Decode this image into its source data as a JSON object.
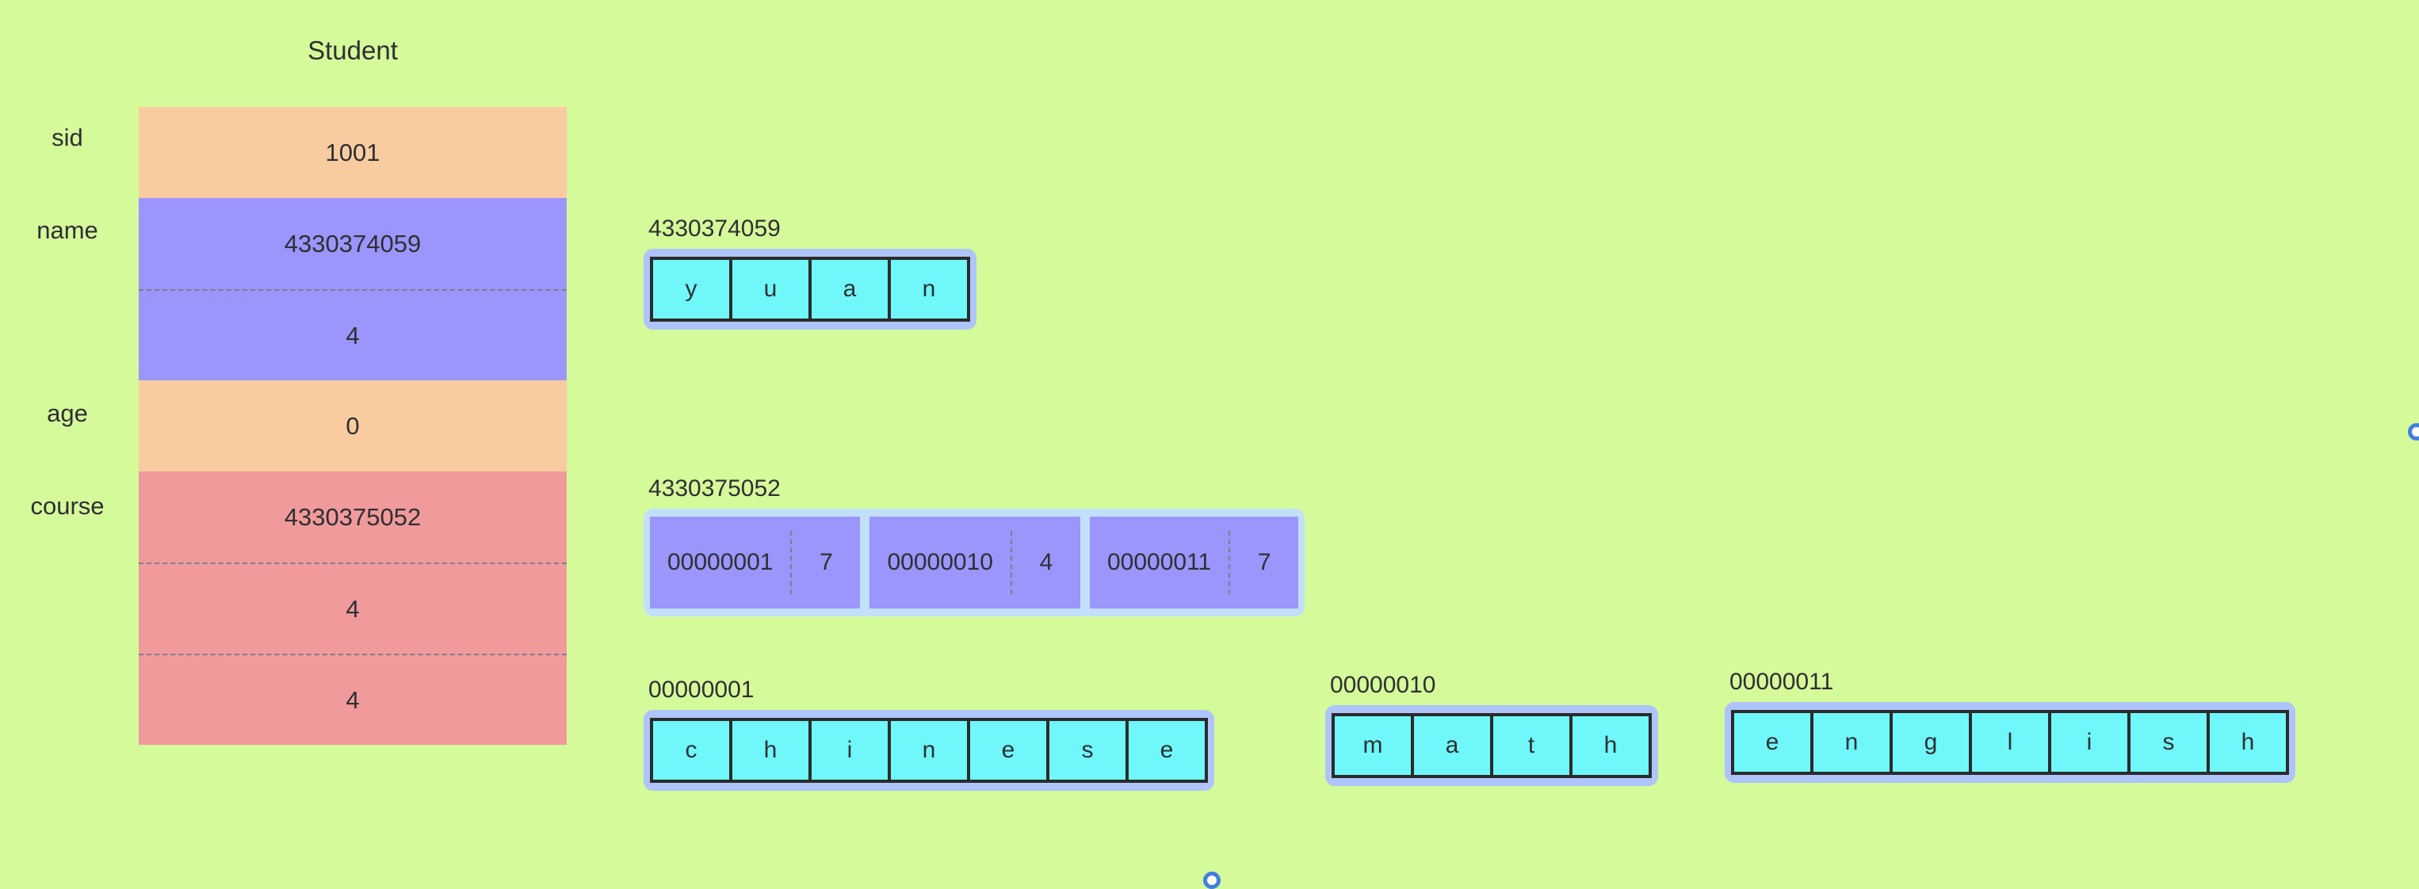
{
  "canvas": {
    "background_color": "#d4fa9a"
  },
  "struct_node": {
    "title": "Student",
    "fields": [
      {
        "label": "sid",
        "color": "#f8cca0",
        "cells": [
          {
            "text": "1001"
          }
        ]
      },
      {
        "label": "name",
        "color": "#9a96fb",
        "cells": [
          {
            "text": "4330374059"
          },
          {
            "text": "4"
          }
        ]
      },
      {
        "label": "age",
        "color": "#f8cca0",
        "cells": [
          {
            "text": "0"
          }
        ]
      },
      {
        "label": "course",
        "color": "#f09a9c",
        "cells": [
          {
            "text": "4330375052"
          },
          {
            "text": "4"
          },
          {
            "text": "4"
          }
        ]
      }
    ]
  },
  "name_node": {
    "label": "4330374059",
    "cells": [
      "y",
      "u",
      "a",
      "n"
    ],
    "cell_color": "#6ff7fa",
    "frame_color": "#aec4fa"
  },
  "course_node": {
    "label": "4330375052",
    "frame_color": "#c3e0fb",
    "cell_color": "#9a96fb",
    "entries": [
      {
        "key": "00000001",
        "value": "7"
      },
      {
        "key": "00000010",
        "value": "4"
      },
      {
        "key": "00000011",
        "value": "7"
      }
    ]
  },
  "string_nodes": [
    {
      "label": "00000001",
      "cells": [
        "c",
        "h",
        "i",
        "n",
        "e",
        "s",
        "e"
      ],
      "cell_color": "#6ff7fa",
      "frame_color": "#aec4fa"
    },
    {
      "label": "00000010",
      "cells": [
        "m",
        "a",
        "t",
        "h"
      ],
      "cell_color": "#6ff7fa",
      "frame_color": "#aec4fa"
    },
    {
      "label": "00000011",
      "cells": [
        "e",
        "n",
        "g",
        "l",
        "i",
        "s",
        "h"
      ],
      "cell_color": "#6ff7fa",
      "frame_color": "#aec4fa"
    }
  ],
  "handles": {
    "color": "#3f7fe0"
  }
}
